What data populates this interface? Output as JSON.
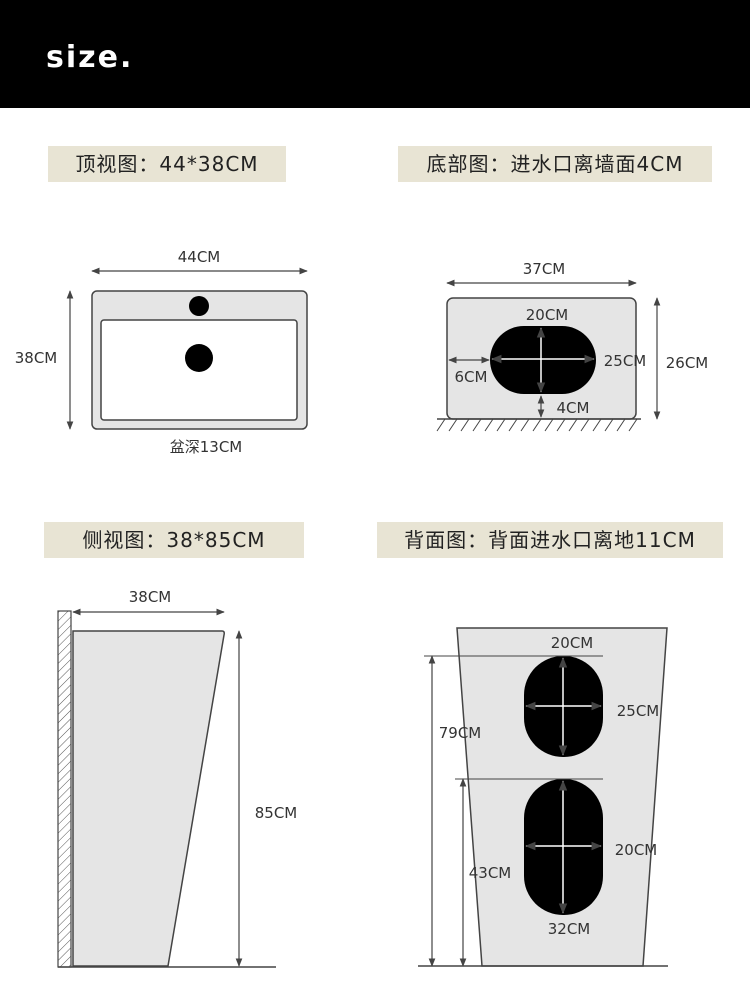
{
  "header": {
    "title": "size."
  },
  "labels": {
    "top_view": "顶视图：44*38CM",
    "bottom_view": "底部图：进水口离墙面4CM",
    "side_view": "侧视图：38*85CM",
    "back_view": "背面图：背面进水口离地11CM"
  },
  "top_view": {
    "width": "44CM",
    "depth": "38CM",
    "basin_depth": "盆深13CM"
  },
  "bottom_view": {
    "width": "37CM",
    "height": "26CM",
    "hole_width": "20CM",
    "hole_height": "25CM",
    "left_offset": "6CM",
    "bottom_offset": "4CM"
  },
  "side_view": {
    "width": "38CM",
    "height": "85CM"
  },
  "back_view": {
    "upper_hole_width": "20CM",
    "upper_hole_height": "25CM",
    "upper_from_floor": "79CM",
    "lower_hole_width": "32CM",
    "lower_hole_height": "20CM",
    "lower_from_floor": "43CM"
  },
  "colors": {
    "header_bg": "#000000",
    "label_bg": "#e8e4d4",
    "body_fill": "#e5e5e5",
    "stroke": "#444444"
  }
}
